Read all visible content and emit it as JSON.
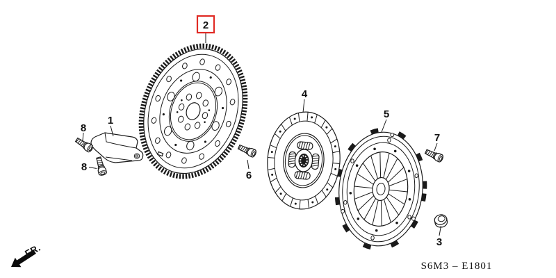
{
  "colors": {
    "ink": "#1a1a1a",
    "highlight": "#e02a24"
  },
  "footer": {
    "code": "S6M3 – E1801"
  },
  "orientation": {
    "fr_label": "FR."
  },
  "callouts": {
    "bracket": {
      "label": "1"
    },
    "flywheel": {
      "label": "2"
    },
    "bushing": {
      "label": "3"
    },
    "clutch_disc": {
      "label": "4"
    },
    "pressure_plate": {
      "label": "5"
    },
    "flywheel_bolt": {
      "label": "6"
    },
    "cover_bolt": {
      "label": "7"
    },
    "bracket_bolt_upper": {
      "label": "8"
    },
    "bracket_bolt_lower": {
      "label": "8"
    }
  }
}
